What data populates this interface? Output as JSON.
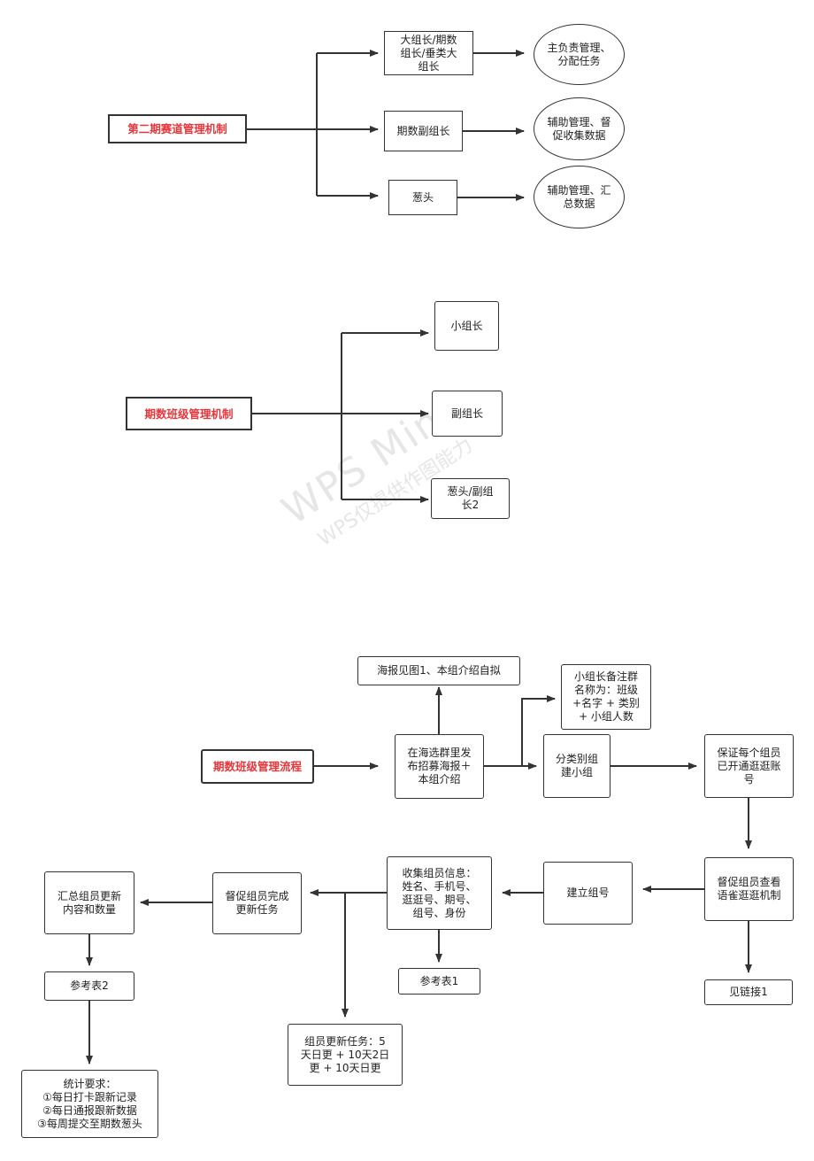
{
  "watermark": {
    "line1": "WPS Mind",
    "line2": "WPS仅提供作图能力"
  },
  "section1": {
    "title": "第二期赛道管理机制",
    "roles": [
      "大组长/期数\n组长/垂类大\n组长",
      "期数副组长",
      "葱头"
    ],
    "duties": [
      "主负责管理、\n分配任务",
      "辅助管理、督\n促收集数据",
      "辅助管理、汇\n总数据"
    ]
  },
  "section2": {
    "title": "期数班级管理机制",
    "roles": [
      "小组长",
      "副组长",
      "葱头/副组\n长2"
    ]
  },
  "section3": {
    "title": "期数班级管理流程",
    "poster_note": "海报见图1、本组介绍自拟",
    "publish": "在海选群里发\n布招募海报＋\n本组介绍",
    "remark_note": "小组长备注群\n名称为：班级\n+名字 + 类别\n+ 小组人数",
    "group": "分类别组\n建小组",
    "ensure": "保证每个组员\n已开通逛逛账\n号",
    "supervise_watch": "督促组员查看\n语雀逛逛机制",
    "link": "见链接1",
    "build": "建立组号",
    "collect": "收集组员信息：\n姓名、手机号、\n逛逛号、期号、\n组号、身份",
    "ref1": "参考表1",
    "task": "组员更新任务：5\n天日更 + 10天2日\n更 + 10天日更",
    "supervise_update": "督促组员完成\n更新任务",
    "summary": "汇总组员更新\n内容和数量",
    "ref2": "参考表2",
    "stats": "统计要求：\n①每日打卡跟新记录\n②每日通报跟新数据\n③每周提交至期数葱头"
  }
}
